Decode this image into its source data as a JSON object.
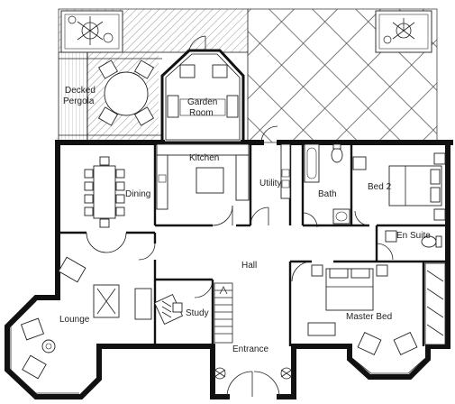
{
  "rooms": {
    "decked_pergola_line1": "Decked",
    "decked_pergola_line2": "Pergola",
    "garden_room_line1": "Garden",
    "garden_room_line2": "Room",
    "kitchen": "Kitchen",
    "dining": "Dining",
    "utility": "Utility",
    "bath": "Bath",
    "bed2": "Bed 2",
    "en_suite": "En Suite",
    "hall": "Hall",
    "lounge": "Lounge",
    "study": "Study",
    "master_bed": "Master Bed",
    "entrance": "Entrance"
  }
}
